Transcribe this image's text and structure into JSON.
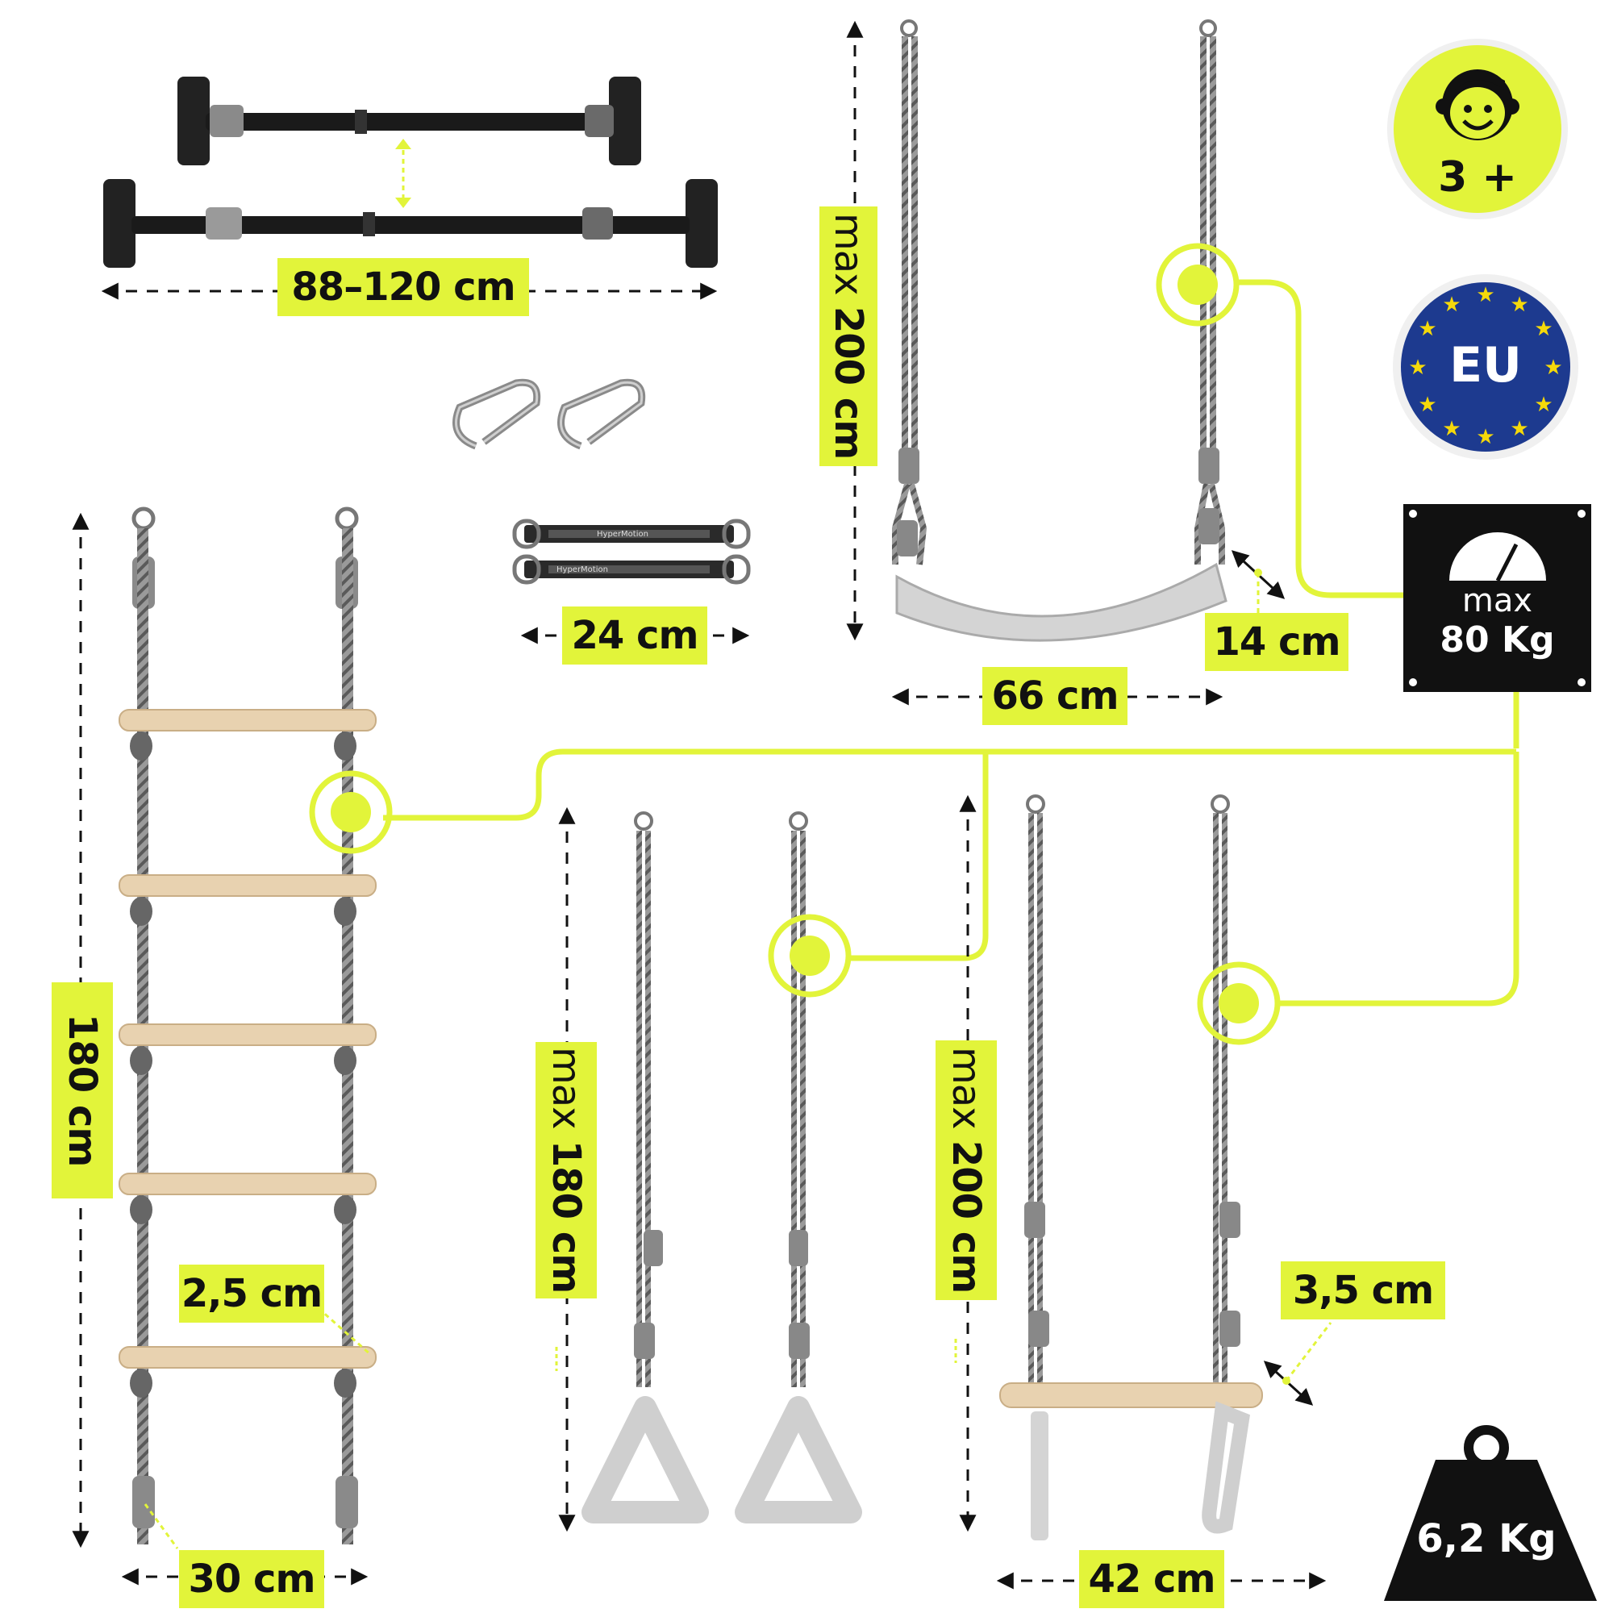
{
  "labels": {
    "bar_width": "88–120 cm",
    "strap_length": "24 cm",
    "swing_height_prefix": "max",
    "swing_height_value": "200 cm",
    "swing_depth": "14 cm",
    "swing_width": "66 cm",
    "ladder_height": "180 cm",
    "rung_diameter": "2,5 cm",
    "ladder_width": "30 cm",
    "rings_height_prefix": "max",
    "rings_height_value": "180 cm",
    "trapeze_height_prefix": "max",
    "trapeze_height_value": "200 cm",
    "trapeze_bar_diameter": "3,5 cm",
    "trapeze_width": "42 cm"
  },
  "badges": {
    "age": "3 +",
    "eu": "EU",
    "max_load_prefix": "max",
    "max_load_value": "80 Kg",
    "weight": "6,2 Kg"
  },
  "strap_brand": "HyperMotion",
  "colors": {
    "accent": "#e2f43a",
    "black": "#111111",
    "eu_blue": "#1d3a8f",
    "eu_star": "#f5d90a",
    "rope": "#8a8a8a",
    "wood": "#e8d2b0",
    "plastic": "#d4d4d4"
  },
  "icons": [
    "child-face-icon",
    "eu-stars-icon",
    "speedometer-icon",
    "weight-icon"
  ]
}
